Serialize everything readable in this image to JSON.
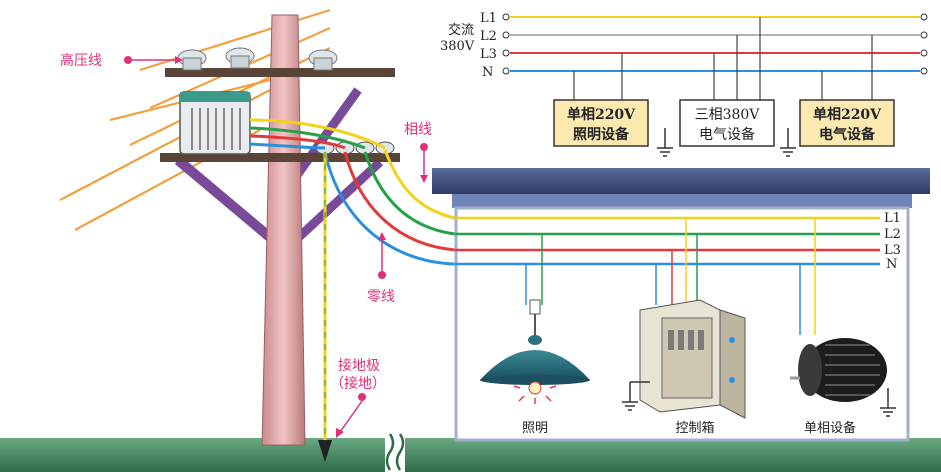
{
  "top_panel": {
    "supply_label_1": "交流",
    "supply_label_2": "380V",
    "lines": [
      "L1",
      "L2",
      "L3",
      "N"
    ],
    "boxes": [
      {
        "line1": "单相220V",
        "line2": "照明设备"
      },
      {
        "line1": "三相380V",
        "line2": "电气设备"
      },
      {
        "line1": "单相220V",
        "line2": "电气设备"
      }
    ]
  },
  "pole_labels": {
    "high_voltage": "高压线",
    "phase_line": "相线",
    "neutral_line": "零线",
    "ground_electrode_1": "接地极",
    "ground_electrode_2": "（接地）"
  },
  "building": {
    "lines": [
      "L1",
      "L2",
      "L3",
      "N"
    ],
    "devices": [
      "照明",
      "控制箱",
      "单相设备"
    ]
  },
  "colors": {
    "L1": "#f2d21a",
    "L2": "#27a04a",
    "L3": "#e23a3a",
    "N": "#2a8fe0",
    "pink": "#e0307a",
    "ground": "#4c8a64",
    "pole": "#d9a0a0",
    "box_fill": "#fbe9b0"
  }
}
